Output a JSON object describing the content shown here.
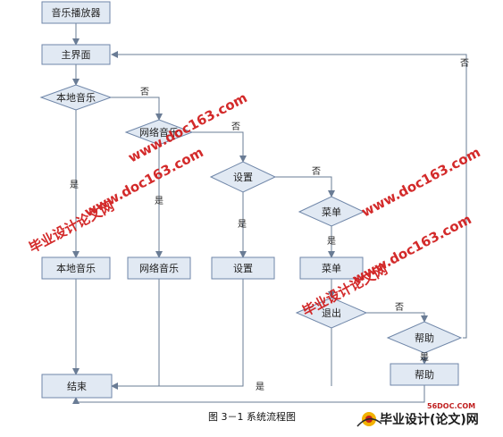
{
  "diagram": {
    "nodes": {
      "player": "音乐播放器",
      "main": "主界面",
      "local_q": "本地音乐",
      "net_q": "网络音乐",
      "settings_q": "设置",
      "menu_q": "菜单",
      "local": "本地音乐",
      "net": "网络音乐",
      "settings": "设置",
      "menu": "菜单",
      "exit_q": "退出",
      "help_q": "帮助",
      "help": "帮助",
      "end": "结束"
    },
    "edge_labels": {
      "local_no": "否",
      "net_no": "否",
      "settings_no": "否",
      "exit_no": "否",
      "help_no": "否",
      "local_yes": "是",
      "net_yes": "是",
      "settings_yes": "是",
      "menu_yes": "是",
      "help_yes": "是",
      "exit_yes": "是"
    },
    "caption": "图 3－1 系统流程图"
  },
  "watermarks": {
    "site_url": "www.doc163.com",
    "site_name": "毕业设计论文网",
    "small_domain": "56DOC.COM",
    "corner_logo": "毕业设计(论文)网"
  },
  "colors": {
    "node_fill": "#e1e9f3",
    "node_border": "#6f86a8",
    "line": "#6a7c95",
    "watermark": "#d01818"
  }
}
